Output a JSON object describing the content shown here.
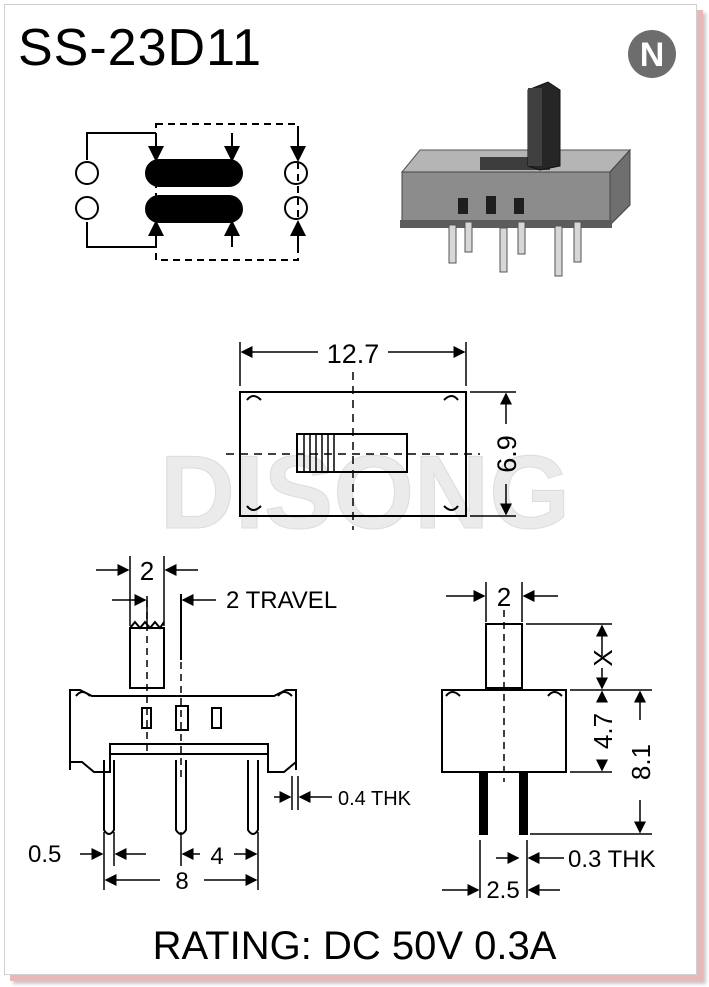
{
  "header": {
    "title": "SS-23D11",
    "logo_letter": "N"
  },
  "watermark": "DISONG",
  "top_view": {
    "width_dim": "12.7",
    "height_dim": "6.9"
  },
  "front_view": {
    "lever_width": "2",
    "travel": "2 TRAVEL",
    "pin_thickness": "0.4 THK",
    "pin_width": "0.5",
    "pin_pitch": "4",
    "pin_span": "8"
  },
  "side_view": {
    "lever_width": "2",
    "lever_height": "X",
    "body_height": "4.7",
    "total_height": "8.1",
    "pin_thickness": "0.3 THK",
    "pin_spacing": "2.5"
  },
  "footer": {
    "rating": "RATING: DC 50V 0.3A"
  },
  "colors": {
    "ink": "#000000",
    "body_gray": "#8c8c8c",
    "watermark": "#ebebeb",
    "shadow": "#e8b7b7"
  }
}
